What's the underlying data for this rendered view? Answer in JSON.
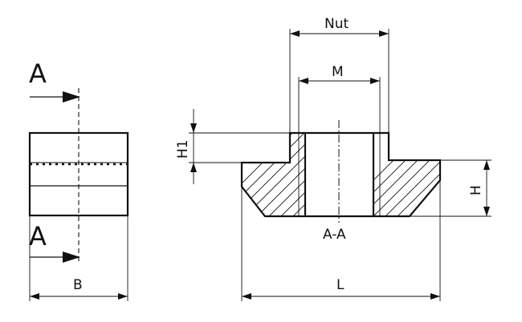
{
  "labels": {
    "section_top": "A",
    "section_bottom": "A",
    "width_b": "B",
    "length_l": "L",
    "nut": "Nut",
    "thread_m": "M",
    "height_h1": "H1",
    "height_h": "H",
    "section_caption": "A-A"
  }
}
